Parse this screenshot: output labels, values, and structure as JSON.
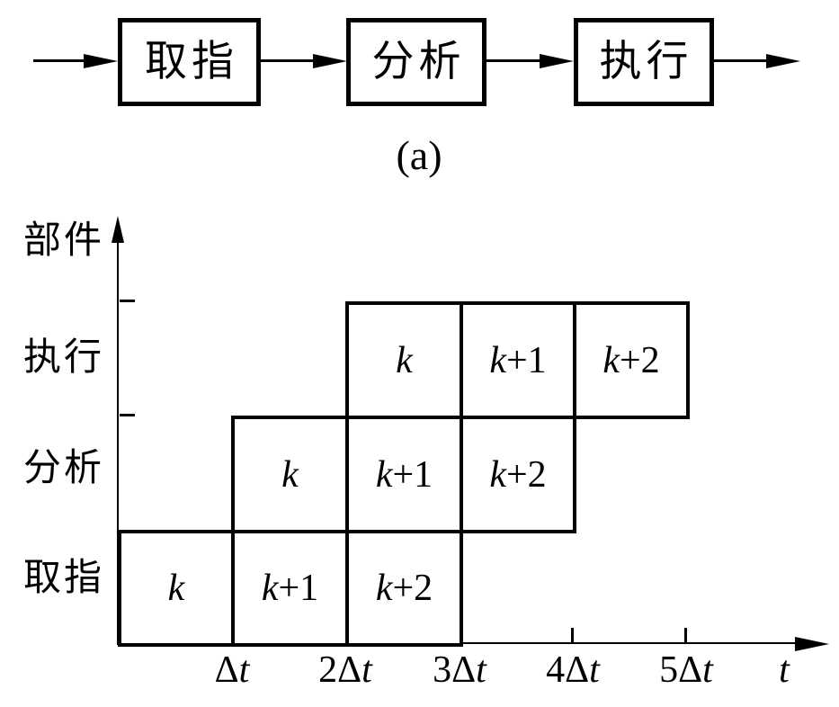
{
  "pipeline_diagram": {
    "stages": [
      {
        "label": "取指"
      },
      {
        "label": "分析"
      },
      {
        "label": "执行"
      }
    ],
    "caption": "(a)"
  },
  "timing_chart": {
    "y_axis_label": "部件",
    "x_axis_label": "t",
    "x_ticks": [
      {
        "prefix": "Δ",
        "t": "t"
      },
      {
        "prefix": "2Δ",
        "t": "t"
      },
      {
        "prefix": "3Δ",
        "t": "t"
      },
      {
        "prefix": "4Δ",
        "t": "t"
      },
      {
        "prefix": "5Δ",
        "t": "t"
      }
    ],
    "rows": [
      {
        "label": "执行",
        "cells": [
          {
            "base": "k",
            "suffix": ""
          },
          {
            "base": "k",
            "suffix": "+1"
          },
          {
            "base": "k",
            "suffix": "+2"
          }
        ]
      },
      {
        "label": "分析",
        "cells": [
          {
            "base": "k",
            "suffix": ""
          },
          {
            "base": "k",
            "suffix": "+1"
          },
          {
            "base": "k",
            "suffix": "+2"
          }
        ]
      },
      {
        "label": "取指",
        "cells": [
          {
            "base": "k",
            "suffix": ""
          },
          {
            "base": "k",
            "suffix": "+1"
          },
          {
            "base": "k",
            "suffix": "+2"
          }
        ]
      }
    ]
  },
  "chart_data": {
    "type": "table",
    "xlabel": "t",
    "ylabel": "部件",
    "x_unit": "Δt",
    "x_tick_labels": [
      "Δt",
      "2Δt",
      "3Δt",
      "4Δt",
      "5Δt"
    ],
    "stage_categories": [
      "取指",
      "分析",
      "执行"
    ],
    "schedule": [
      {
        "stage": "执行",
        "tasks": [
          {
            "name": "k",
            "start": 2,
            "end": 3
          },
          {
            "name": "k+1",
            "start": 3,
            "end": 4
          },
          {
            "name": "k+2",
            "start": 4,
            "end": 5
          }
        ]
      },
      {
        "stage": "分析",
        "tasks": [
          {
            "name": "k",
            "start": 1,
            "end": 2
          },
          {
            "name": "k+1",
            "start": 2,
            "end": 3
          },
          {
            "name": "k+2",
            "start": 3,
            "end": 4
          }
        ]
      },
      {
        "stage": "取指",
        "tasks": [
          {
            "name": "k",
            "start": 0,
            "end": 1
          },
          {
            "name": "k+1",
            "start": 1,
            "end": 2
          },
          {
            "name": "k+2",
            "start": 2,
            "end": 3
          }
        ]
      }
    ]
  },
  "colors": {
    "line": "#000000",
    "background": "#ffffff"
  }
}
